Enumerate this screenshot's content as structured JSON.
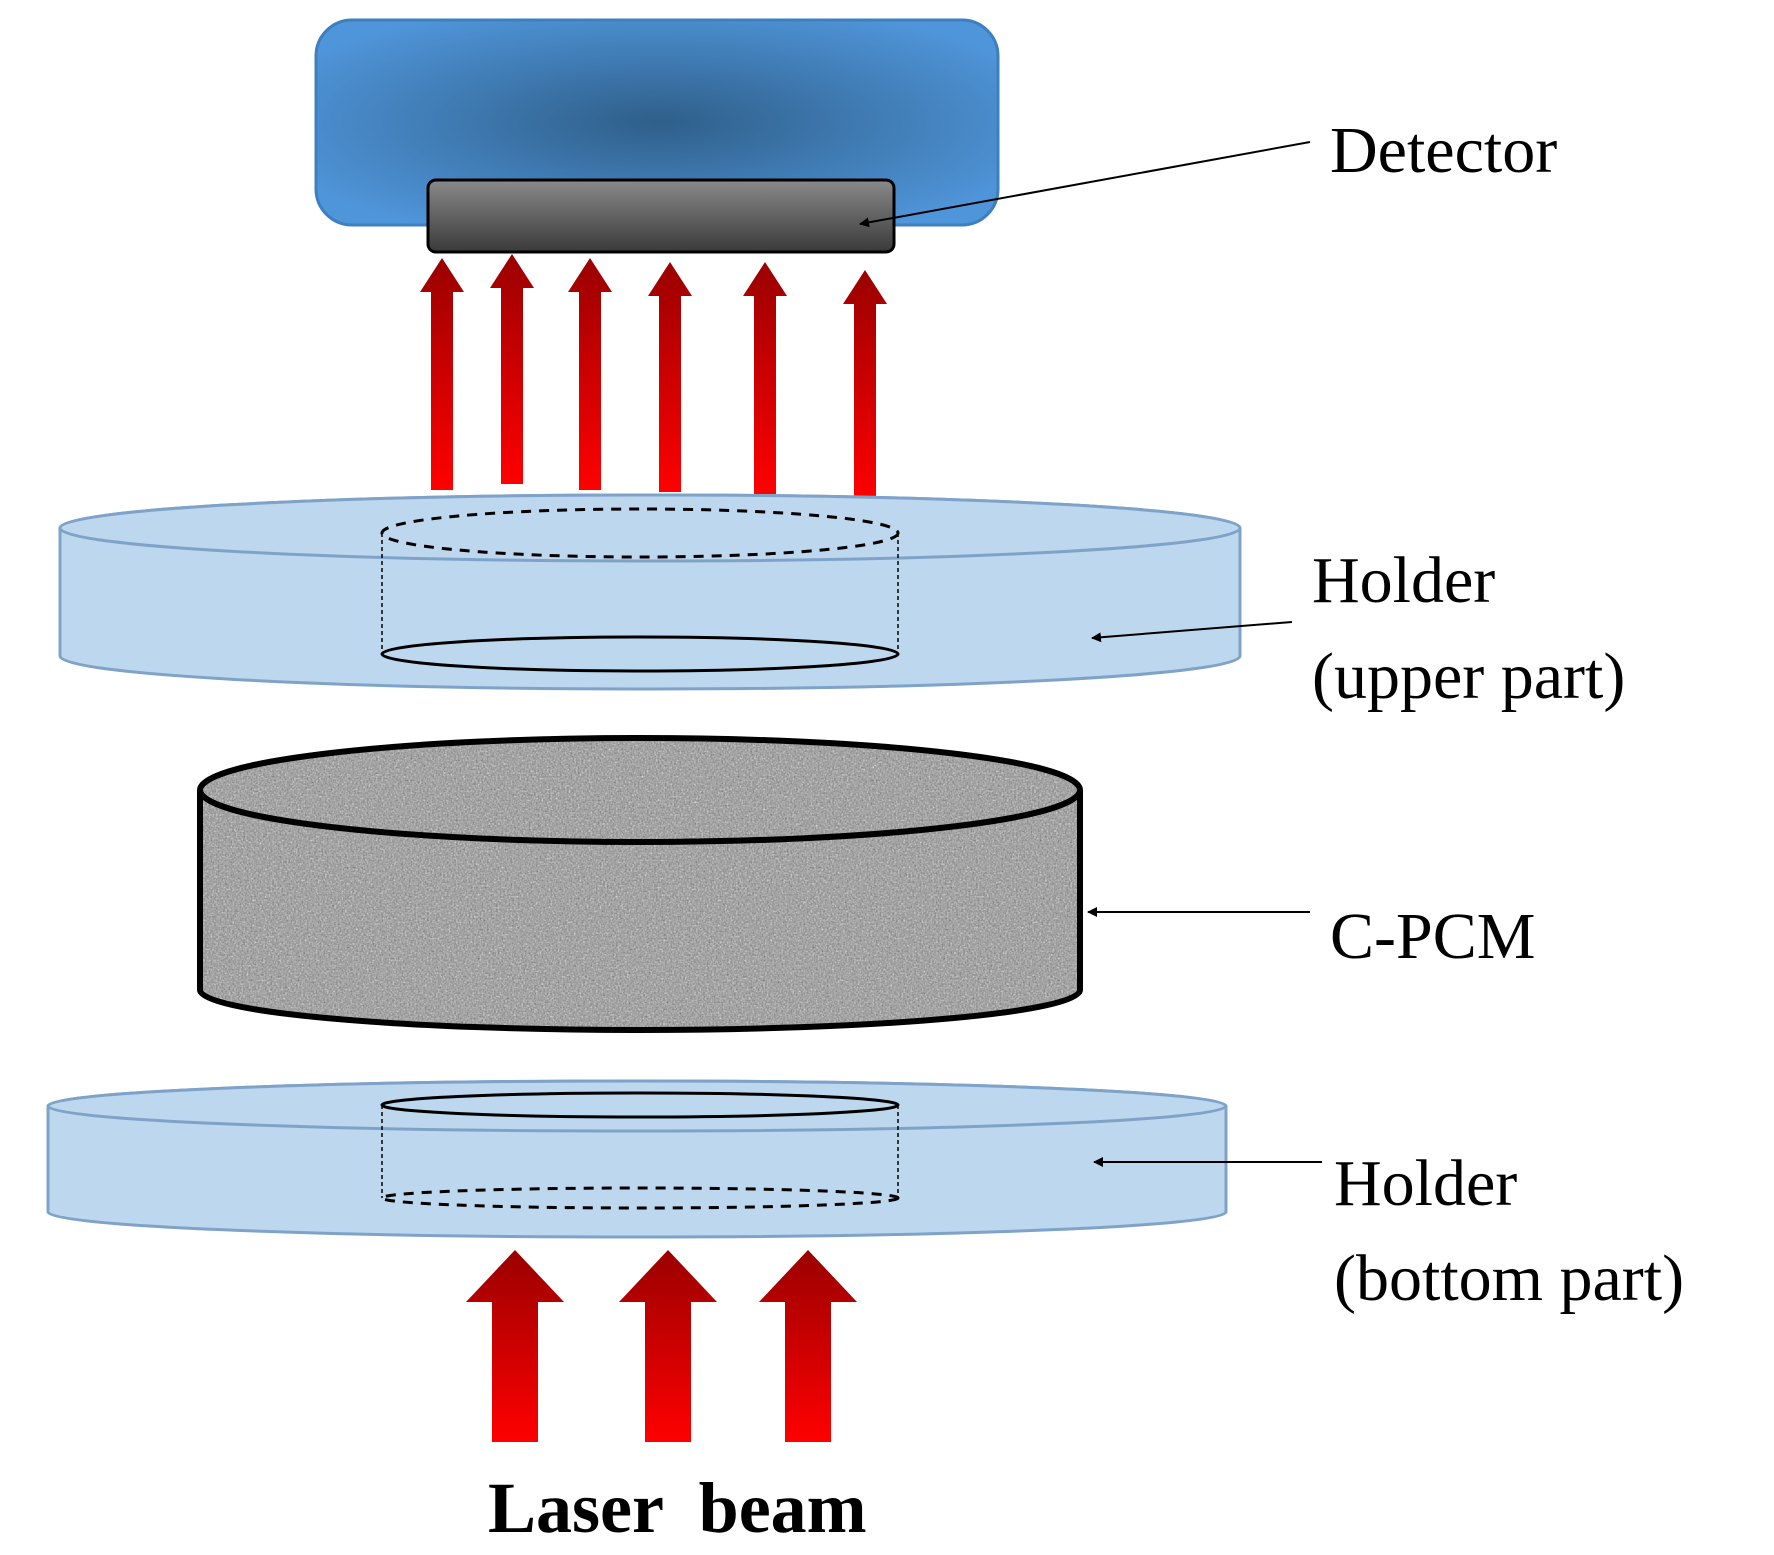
{
  "labels": {
    "detector": "Detector",
    "holder_upper_line1": "Holder",
    "holder_upper_line2": "(upper part)",
    "cpcm": "C-PCM",
    "holder_bottom_line1": "Holder",
    "holder_bottom_line2": "(bottom part)",
    "laser_beam": "Laser  beam"
  },
  "colors": {
    "detector_body": "#4f95d9",
    "detector_center": "#2f5f8a",
    "sensor": "#555555",
    "holder_fill": "#bdd7ee",
    "holder_stroke": "#7fa3c8",
    "arrow_red": "#ff0000",
    "arrow_dark": "#a00000",
    "sample_grey": "#8c8c8c"
  },
  "counts": {
    "emitted_arrows": 6,
    "laser_arrows": 3
  }
}
